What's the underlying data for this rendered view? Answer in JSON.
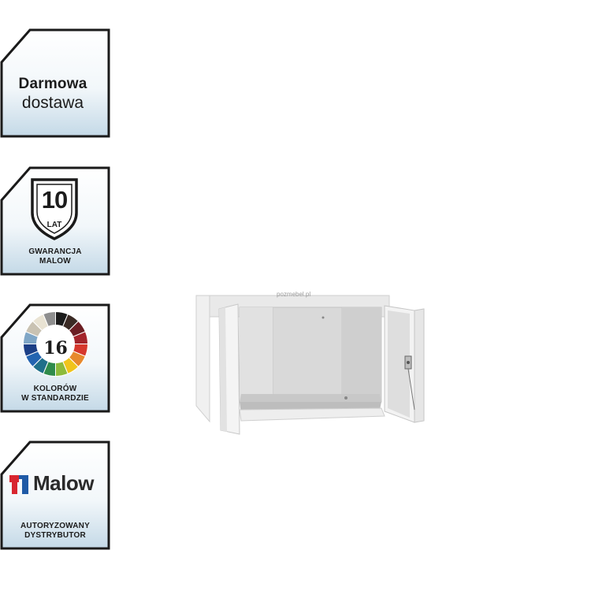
{
  "badges": {
    "delivery": {
      "line1": "Darmowa",
      "line2": "dostawa"
    },
    "warranty": {
      "number": "10",
      "unit": "LAT",
      "line1": "GWARANCJA",
      "line2": "MALOW"
    },
    "colors": {
      "number": "16",
      "line1": "KOLORÓW",
      "line2": "W STANDARDZIE"
    },
    "distributor": {
      "brand": "Malow",
      "line1": "AUTORYZOWANY",
      "line2": "DYSTRYBUTOR"
    }
  },
  "product": {
    "watermark": "pozmebel.pl"
  },
  "colors": {
    "frame": "#1a1a1a",
    "badge_gradient_top": "#ffffff",
    "badge_gradient_bottom": "#c9dce9",
    "malow_red": "#d8262f",
    "malow_blue": "#1f5aa6",
    "cabinet_light": "#ececec",
    "cabinet_mid": "#d4d4d4",
    "cabinet_dark": "#b8b8b8"
  }
}
